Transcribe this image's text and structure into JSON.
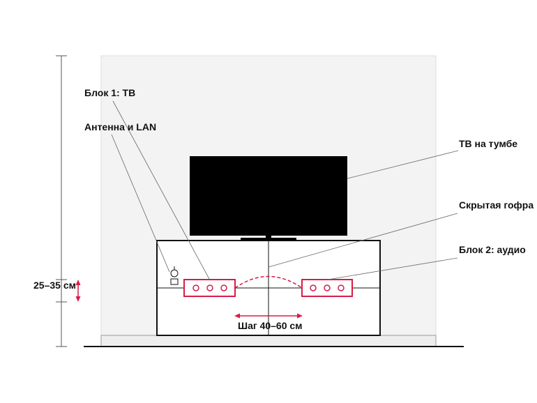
{
  "labels": {
    "block1": "Блок 1: ТВ",
    "antenna": "Антенна и LAN",
    "tv": "ТВ на тумбе",
    "hidden_conduit": "Скрытая гофра",
    "block2": "Блок 2: аудио",
    "height_range": "25–35 см",
    "spacing": "Шаг 40–60 см"
  },
  "colors": {
    "accent": "#d81b47",
    "line": "#111111",
    "leader": "#666666",
    "wall": "#f3f3f3",
    "wall_border": "#dddddd",
    "floor": "#eeeeee",
    "tv_screen": "#000000"
  },
  "blocks": [
    {
      "name": "block-1",
      "sockets": 3
    },
    {
      "name": "block-2",
      "sockets": 3
    }
  ]
}
